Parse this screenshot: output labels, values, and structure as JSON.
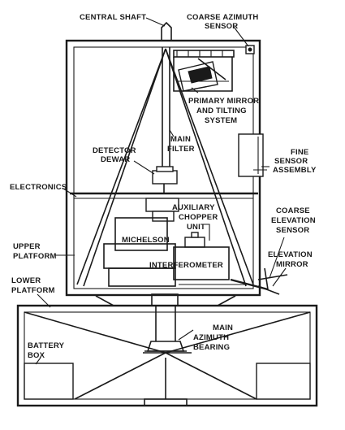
{
  "labels": {
    "central_shaft": "CENTRAL SHAFT",
    "coarse_azimuth_1": "COARSE AZIMUTH",
    "coarse_azimuth_2": "SENSOR",
    "primary_mirror_1": "PRIMARY MIRROR",
    "primary_mirror_2": "AND TILTING",
    "primary_mirror_3": "SYSTEM",
    "main_filter_1": "MAIN",
    "main_filter_2": "FILTER",
    "detector_dewar_1": "DETECTOR",
    "detector_dewar_2": "DEWAR",
    "fine_sensor_1": "FINE",
    "fine_sensor_2": "SENSOR",
    "fine_sensor_3": "ASSEMBLY",
    "electronics": "ELECTRONICS",
    "auxiliary_chopper_1": "AUXILIARY",
    "auxiliary_chopper_2": "CHOPPER",
    "auxiliary_chopper_3": "UNIT",
    "coarse_elevation_1": "COARSE",
    "coarse_elevation_2": "ELEVATION",
    "coarse_elevation_3": "SENSOR",
    "michelson": "MICHELSON",
    "upper_platform_1": "UPPER",
    "upper_platform_2": "PLATFORM",
    "interferometer": "INTERFEROMETER",
    "elevation_mirror_1": "ELEVATION",
    "elevation_mirror_2": "MIRROR",
    "lower_platform_1": "LOWER",
    "lower_platform_2": "PLATFORM",
    "main_azimuth_1": "MAIN",
    "main_azimuth_2": "AZIMUTH",
    "main_azimuth_3": "BEARING",
    "battery_box_1": "BATTERY",
    "battery_box_2": "BOX"
  }
}
